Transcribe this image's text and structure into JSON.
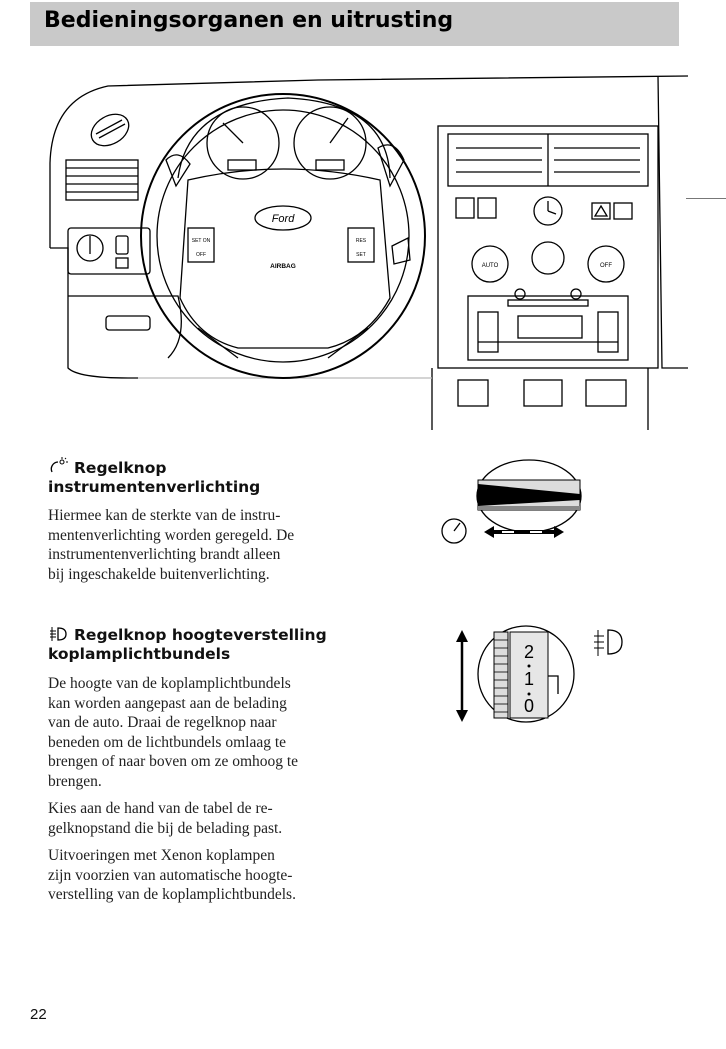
{
  "header": {
    "title": "Bedieningsorganen en uitrusting"
  },
  "dashboard": {
    "steering_wheel_logo": "Ford",
    "airbag_label": "AIRBAG",
    "left_switch_top": "SET ON",
    "left_switch_bottom": "OFF",
    "right_switch_top": "RES",
    "right_switch_bottom": "SET",
    "climate_auto": "AUTO",
    "climate_off": "OFF"
  },
  "sections": [
    {
      "icon": "instrument-light-icon",
      "title_line1": "Regelknop",
      "title_line2": "instrumentenverlichting",
      "paragraphs": [
        [
          "Hiermee kan de sterkte van de instru-",
          "mentenverlichting worden geregeld. De",
          "instrumentenverlichting brandt alleen",
          "bij ingeschakelde buitenverlichting."
        ]
      ]
    },
    {
      "icon": "headlamp-level-icon",
      "title_line1": "Regelknop hoogteverstelling",
      "title_line2": "koplamplichtbundels",
      "paragraphs": [
        [
          "De hoogte van de koplamplichtbundels",
          "kan worden aangepast aan de belading",
          "van de auto. Draai de regelknop naar",
          "beneden om de lichtbundels omlaag te",
          "brengen of naar boven om ze omhoog te",
          "brengen."
        ],
        [
          "Kies aan de hand van de tabel de re-",
          "gelknopstand die bij de belading past."
        ],
        [
          "Uitvoeringen met Xenon koplampen",
          "zijn voorzien van automatische hoogte-",
          "verstelling van de koplamplichtbundels."
        ]
      ]
    }
  ],
  "headlamp_dial": {
    "positions": [
      "2",
      "1",
      "0"
    ]
  },
  "page_number": "22"
}
